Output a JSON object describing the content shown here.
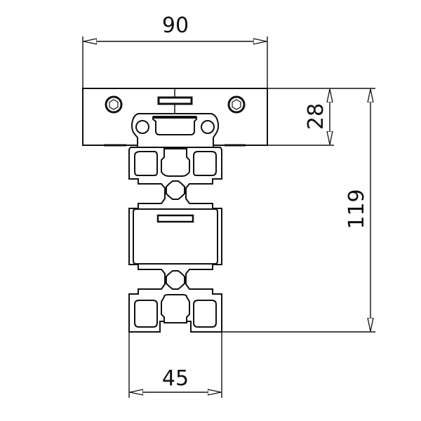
{
  "drawing": {
    "subject": "Aluminium profile 45x90 with mounted clamp block",
    "line_color": "#111111",
    "background": "#ffffff"
  },
  "dimensions": {
    "top_width": {
      "label": "90",
      "orientation": "horizontal"
    },
    "block_height": {
      "label": "28",
      "orientation": "vertical"
    },
    "total_height": {
      "label": "119",
      "orientation": "vertical"
    },
    "profile_width": {
      "label": "45",
      "orientation": "horizontal"
    }
  }
}
